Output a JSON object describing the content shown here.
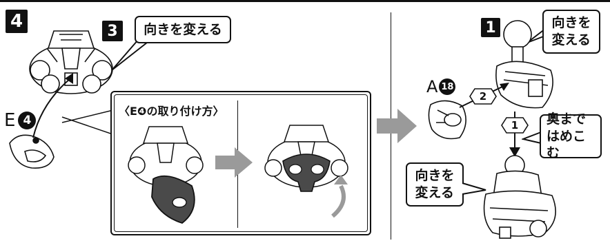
{
  "top_rule_color": "#111111",
  "step4": {
    "number": "4",
    "sub_number": "3",
    "turn_callout": "向きを変える",
    "part_label": "E",
    "part_num": "4",
    "inset_title": "〈E❹の取り付け方〉"
  },
  "step1": {
    "number": "1",
    "turn_callout_top": "向きを\n変える",
    "part_label": "A",
    "part_num": "18",
    "hex_step_2": "2",
    "hex_step_1": "1",
    "push_callout": "奥まで\nはめこむ",
    "turn_callout_bottom": "向きを\n変える"
  },
  "colors": {
    "arrow_gray": "#9a9a9a",
    "part_dark": "#4a4a4a",
    "ink": "#111111"
  }
}
